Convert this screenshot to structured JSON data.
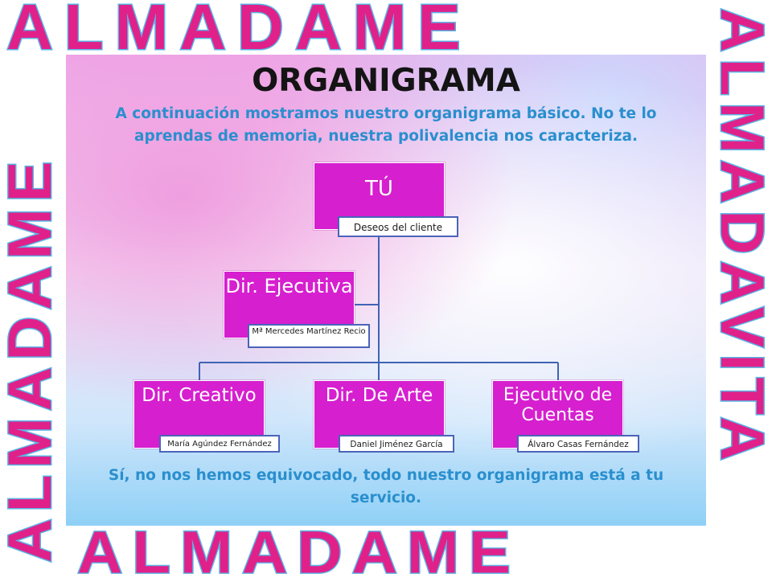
{
  "header": {
    "title": "ORGANIGRAMA",
    "subtitle": "A continuación mostramos nuestro organigrama básico. No te lo aprendas de memoria, nuestra polivalencia nos caracteriza."
  },
  "border": {
    "word": "ALMADAME",
    "word_right": "ALMADAVITA",
    "colors": {
      "letter": "#e0218a",
      "outline": "#5ab4e6",
      "hatch": "#2f86c6"
    }
  },
  "org_chart": {
    "root": {
      "name": "TÚ",
      "person": "Deseos del cliente"
    },
    "assistant": {
      "name": "Dir. Ejecutiva",
      "person": "Mª Mercedes Martínez Recio"
    },
    "children": [
      {
        "name": "Dir. Creativo",
        "person": "María Agúndez Fernández"
      },
      {
        "name": "Dir. De Arte",
        "person": "Daniel Jiménez García"
      },
      {
        "name": "Ejecutivo de Cuentas",
        "person": "Álvaro Casas Fernández"
      }
    ],
    "colors": {
      "node": "#d61fcf",
      "connector": "#3f63b5",
      "person_border": "#4b64b8"
    }
  },
  "footer": {
    "text": "Sí, no nos hemos equivocado, todo nuestro organigrama está a tu servicio."
  }
}
